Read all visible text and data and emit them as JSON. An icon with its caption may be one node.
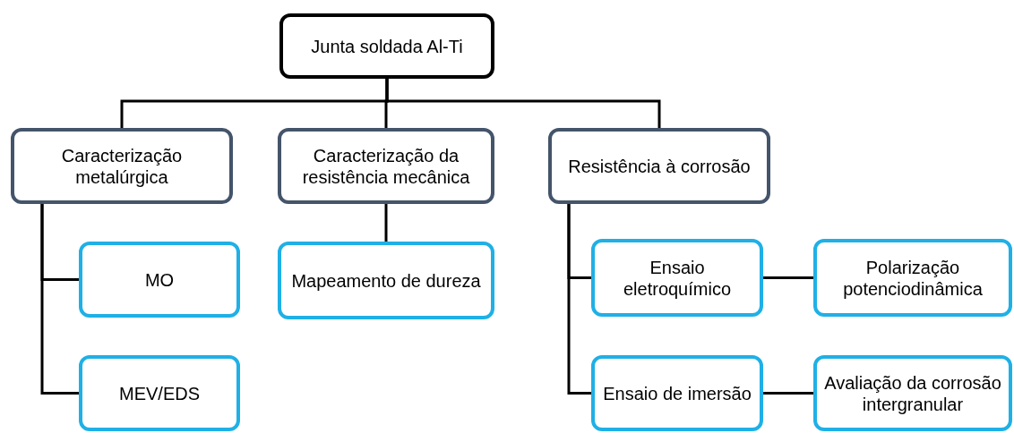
{
  "diagram": {
    "nodes": [
      {
        "text": [
          "Junta soldada Al-Ti"
        ]
      },
      {
        "text": [
          "Caracterização metalúrgica"
        ]
      },
      {
        "text": [
          "Caracterização da resistência mecânica"
        ]
      },
      {
        "text": [
          "Resistência à corrosão"
        ]
      },
      {
        "text": [
          "MO"
        ]
      },
      {
        "text": [
          "MEV/EDS"
        ]
      },
      {
        "text": [
          "Mapeamento de dureza"
        ]
      },
      {
        "text": [
          "Ensaio eletroquímico"
        ]
      },
      {
        "text": [
          "Polarização potenciodinâmica"
        ]
      },
      {
        "text": [
          "Ensaio de imersão"
        ]
      },
      {
        "text": [
          "Avaliação da corrosão intergranular"
        ]
      }
    ],
    "edges": [
      {
        "from": 0,
        "to": 1,
        "arrow": "none"
      },
      {
        "from": 0,
        "to": 2,
        "arrow": "none"
      },
      {
        "from": 0,
        "to": 3,
        "arrow": "none"
      },
      {
        "from": 1,
        "to": 4,
        "arrow": "none"
      },
      {
        "from": 1,
        "to": 5,
        "arrow": "none"
      },
      {
        "from": 2,
        "to": 6,
        "arrow": "none"
      },
      {
        "from": 3,
        "to": 7,
        "arrow": "none"
      },
      {
        "from": 3,
        "to": 9,
        "arrow": "none"
      },
      {
        "from": 7,
        "to": 8,
        "arrow": "none"
      },
      {
        "from": 9,
        "to": 10,
        "arrow": "none"
      }
    ]
  }
}
